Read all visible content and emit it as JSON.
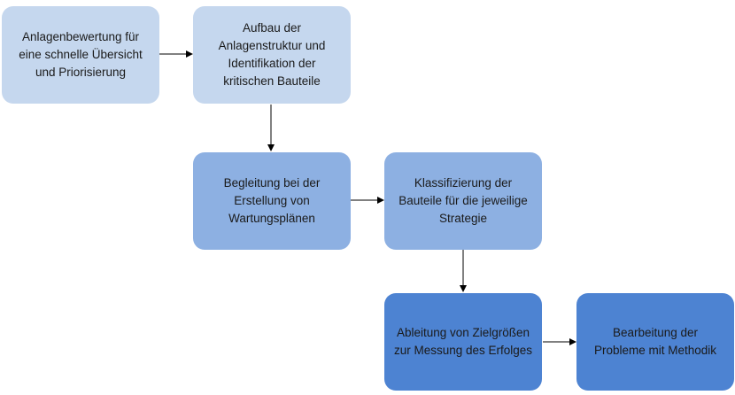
{
  "colors": {
    "level1": "#c5d7ee",
    "level2": "#8db0e2",
    "level3": "#4d83d2",
    "arrow": "#000000"
  },
  "nodes": [
    {
      "id": "anlagenbewertung",
      "label": "Anlagenbewertung für\neine schnelle Übersicht\nund Priorisierung",
      "level": 1
    },
    {
      "id": "aufbau",
      "label": "Aufbau der\nAnlagenstruktur und\nIdentifikation der\nkritischen Bauteile",
      "level": 1
    },
    {
      "id": "begleitung",
      "label": "Begleitung bei der\nErstellung von\nWartungsplänen",
      "level": 2
    },
    {
      "id": "klassifizierung",
      "label": "Klassifizierung der\nBauteile für die jeweilige\nStrategie",
      "level": 2
    },
    {
      "id": "ableitung",
      "label": "Ableitung von Zielgrößen\nzur Messung des Erfolges",
      "level": 3
    },
    {
      "id": "bearbeitung",
      "label": "Bearbeitung der\nProbleme mit Methodik",
      "level": 3
    }
  ],
  "edges": [
    {
      "from": "anlagenbewertung",
      "to": "aufbau"
    },
    {
      "from": "aufbau",
      "to": "begleitung"
    },
    {
      "from": "begleitung",
      "to": "klassifizierung"
    },
    {
      "from": "klassifizierung",
      "to": "ableitung"
    },
    {
      "from": "ableitung",
      "to": "bearbeitung"
    }
  ]
}
